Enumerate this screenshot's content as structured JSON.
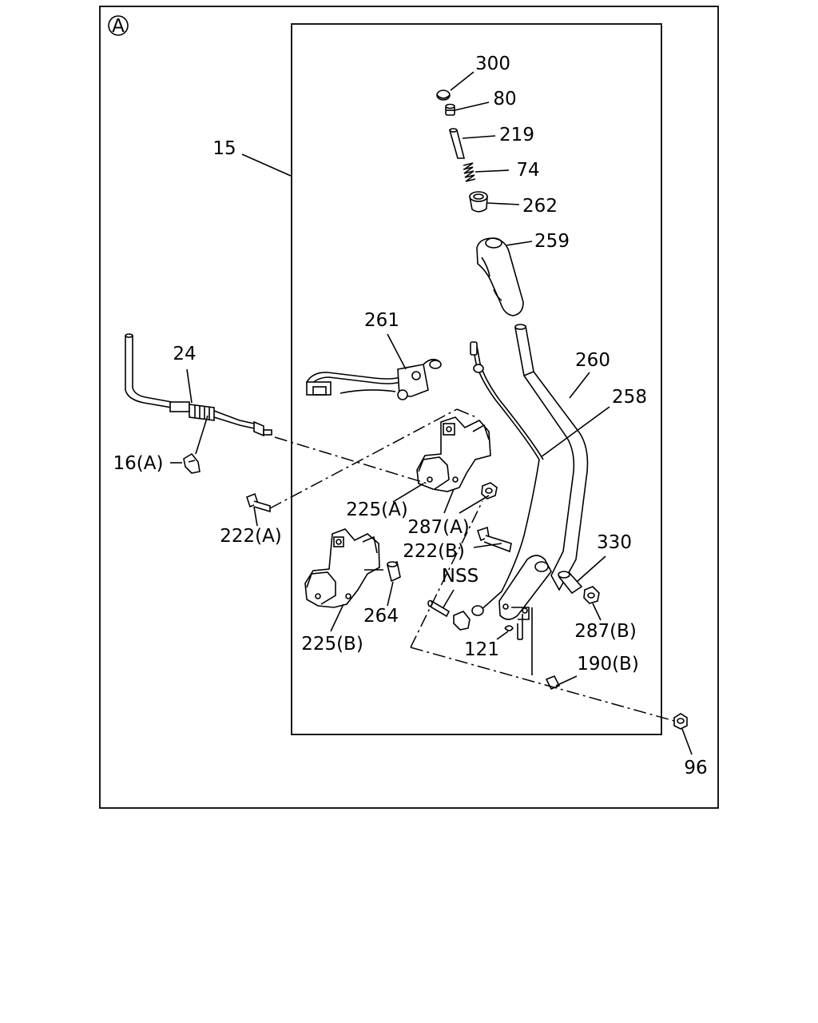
{
  "view_badge": "A",
  "labels": {
    "l300": "300",
    "l80": "80",
    "l219": "219",
    "l74": "74",
    "l262": "262",
    "l259": "259",
    "l15": "15",
    "l261": "261",
    "l260": "260",
    "l258": "258",
    "l24": "24",
    "l16a": "16(A)",
    "l225a": "225(A)",
    "l287a": "287(A)",
    "l222a": "222(A)",
    "l222b": "222(B)",
    "l330": "330",
    "lnss": "NSS",
    "l264": "264",
    "l287b": "287(B)",
    "l225b": "225(B)",
    "l121": "121",
    "l190b": "190(B)",
    "l96": "96"
  }
}
